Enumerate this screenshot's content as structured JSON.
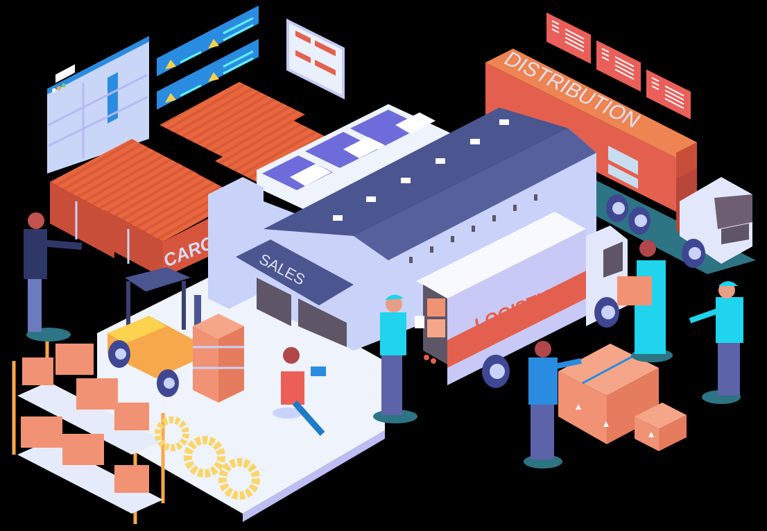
{
  "illustration": {
    "theme": "isometric logistics warehouse",
    "labels": {
      "distribution": "DISTRIBUTION",
      "logistics": "LOGISTICS",
      "sales": "SALES",
      "cargo": "CARG"
    }
  },
  "colors": {
    "background": "#000000",
    "container_orange": "#E8673F",
    "container_dark": "#C94E3A",
    "truck_red": "#E4604E",
    "distribution_top": "#EE8451",
    "roof_navy": "#4B5590",
    "building_lavender": "#C9D3F9",
    "building_side": "#B7B5F5",
    "skylight_purple": "#6E6BDB",
    "platform": "#EEF3FC",
    "platform_edge": "#BEBDF3",
    "box_peach": "#F29274",
    "box_peach_light": "#F6A688",
    "forklift_yellow": "#F7A84A",
    "forklift_cap": "#FBD34F",
    "gear_yellow": "#FBD56A",
    "screen_blue": "#2A8CE0",
    "screen_cyan": "#5FF1F4",
    "warning_yellow": "#F7D04C",
    "panel_red": "#EA5F5A",
    "uniform_cyan": "#1FD4EC",
    "pants_blue": "#5C63A8",
    "shadow_teal": "#2D7484",
    "tire_navy": "#3F4792",
    "text_light": "#E0E2EE"
  },
  "elements": {
    "screens": [
      "map-dashboard",
      "alert-panel-top",
      "alert-panel-bottom",
      "report-card",
      "distribution-panel-1",
      "distribution-panel-2",
      "distribution-panel-3"
    ],
    "vehicles": [
      "distribution-truck",
      "logistics-truck",
      "forklift"
    ],
    "people": [
      "worker-at-container",
      "seated-woman-with-tablet",
      "worker-with-clipboard",
      "worker-carrying-box",
      "worker-pointing",
      "worker-at-boxes"
    ],
    "props": [
      "storage-shelf",
      "box-stack",
      "gear-1",
      "gear-2",
      "gear-3",
      "cargo-containers"
    ]
  }
}
